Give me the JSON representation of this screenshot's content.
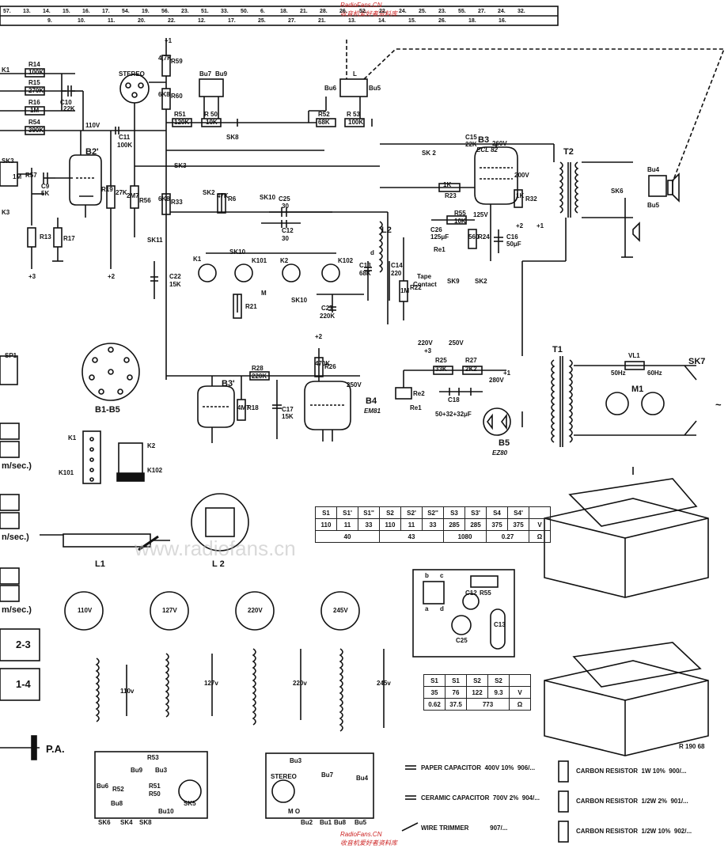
{
  "watermark": {
    "top": "RadioFans.CN",
    "top_cn": "收音机爱好者资料库",
    "bottom": "RadioFans.CN",
    "bottom_cn": "收音机爱好者资料库",
    "mid": "www.radiofans.cn"
  },
  "grid_refs": {
    "top_row": [
      "57.",
      "13.",
      "14.",
      "15.",
      "16.",
      "17.",
      "54.",
      "19.",
      "56.",
      "23.",
      "51.",
      "33.",
      "50.",
      "6.",
      "18.",
      "21.",
      "28.",
      "26.",
      "52.",
      "22.",
      "24.",
      "25.",
      "23.",
      "55.",
      "27.",
      "24.",
      "32."
    ],
    "bottom_row": [
      "9.",
      "10.",
      "11.",
      "20.",
      "22.",
      "12.",
      "17.",
      "25.",
      "27.",
      "21.",
      "13.",
      "14.",
      "15.",
      "26.",
      "18.",
      "16."
    ]
  },
  "labels": {
    "stereo": "STEREO",
    "b2": "B2'",
    "b3": "B3",
    "b3_type": "ECL 82",
    "b3p": "B3'",
    "b4": "B4",
    "b4_type": "EM81",
    "b5": "B5",
    "b5_type": "EZ80",
    "t1": "T1",
    "t2": "T2",
    "l2": "L2",
    "l1": "L1",
    "l2b": "L 2",
    "b1b5": "B1-B5",
    "k1": "K1",
    "k2": "K2",
    "k101": "K101",
    "k102": "K102",
    "k1b": "K1",
    "k101b": "K101",
    "k2b": "K2",
    "k102b": "K102",
    "m1": "M1",
    "vl1": "VL1",
    "sk7": "SK7",
    "sk6": "SK6",
    "sk8": "SK8",
    "sk3": "SK3",
    "sk3b": "SK3",
    "sk2": "SK2",
    "sk2b": "SK 2",
    "sk2c": "SK2",
    "sk9": "SK9",
    "sk10": "SK10",
    "sk10b": "SK10",
    "sk10c": "SK10",
    "sk11": "SK11",
    "bu4": "Bu4",
    "bu5": "Bu5",
    "bu5b": "Bu5",
    "bu6": "Bu6",
    "bu7": "Bu7",
    "bu9": "Bu9",
    "re1": "Re1",
    "re1b": "Re1",
    "re2": "Re2",
    "tape": "Tape",
    "contact": "Contact",
    "pa": "P.A.",
    "r190": "R 190 68",
    "k1_left": "K1",
    "k3_left": "K3",
    "sk3_left": "SK3",
    "sp1": "SP1",
    "speed1": "m/sec.)",
    "speed2": "n/sec.)",
    "speed3": "m/sec.)",
    "r23": "2-3",
    "r14b": "1-4",
    "freq1": "50Hz",
    "freq2": "60Hz",
    "v250": "250V",
    "v250b": "250V",
    "v250c": "250V",
    "v220": "220V",
    "v200": "200V",
    "v280": "280V",
    "v260": "260V",
    "v110": "110V",
    "v125": "125V",
    "p1": "+1",
    "p2": "+2",
    "p3": "+3",
    "p2b": "+2",
    "p3b": "+3",
    "p2c": "+2",
    "p1b": "+1",
    "p1c": "+1",
    "tilde": "~",
    "a_mark": "M",
    "pill_d": "d",
    "pill_l": "L"
  },
  "components": {
    "R14": "R14",
    "R14v": "100K",
    "R15": "R15",
    "R15v": "270K",
    "R16": "R16",
    "R16v": "1M",
    "R54": "R54",
    "R54v": "390K",
    "R59": "R59",
    "R59v": "4,7K",
    "R60": "R60",
    "R60v": "6K8",
    "R51": "R51",
    "R51v": "120K",
    "R50": "R 50",
    "R50v": "10K",
    "R52": "R52",
    "R52v": "68K",
    "R53": "R 53",
    "R53v": "100K",
    "C10": "C10",
    "C10v": "22K",
    "C11": "C11",
    "C11v": "100K",
    "C9": "C9",
    "C9v": "5K",
    "R13": "R13",
    "R17": "R17",
    "R19": "R19",
    "R19v": "27K",
    "R56": "R56",
    "R56v": "2M7",
    "R33": "R33",
    "R33v": "6K8",
    "R6": "R6",
    "R6v": "47K",
    "C25": "C25",
    "C25v": "30",
    "C12": "C12",
    "C12v": "30",
    "C22": "C22",
    "C22v": "15K",
    "R21": "R21",
    "C27": "C27",
    "C27v": "220K",
    "C13": "C13",
    "C13v": "68K",
    "C14": "C14",
    "C14v": "220",
    "R22": "R22",
    "R22v": "1M",
    "C15": "C15",
    "C15v": "22K",
    "R23": "R23",
    "R23v": "1K",
    "R32": "R32",
    "R32v": "1K",
    "R55": "R55",
    "R55v": "10K",
    "C26": "C26",
    "C26v": "125μF",
    "R24": "R24",
    "R24v": "560",
    "C16": "C16",
    "C16v": "50μF",
    "R28": "R28",
    "R28v": "220K",
    "R18": "R18",
    "R18v": "4M7",
    "C17": "C17",
    "C17v": "15K",
    "R26": "R26",
    "R26v": "470K",
    "R25": "R25",
    "R25v": "33K",
    "R27": "R27",
    "R27v": "2K2",
    "C18": "C18",
    "C18v": "50+32+32μF",
    "R57": "R57",
    "R57v": "1M"
  },
  "winding_table_t1": {
    "header": [
      "S1",
      "S1'",
      "S1''",
      "S2",
      "S2'",
      "S2''",
      "S3",
      "S3'",
      "S4",
      "S4'",
      ""
    ],
    "row1": [
      "110",
      "11",
      "33",
      "110",
      "11",
      "33",
      "285",
      "285",
      "375",
      "375",
      "V"
    ],
    "row2": [
      "40",
      "43",
      "1080",
      "0.27",
      "Ω"
    ]
  },
  "winding_table_t2": {
    "header": [
      "S1",
      "S1",
      "S2",
      "S2"
    ],
    "row1": [
      "35",
      "76",
      "122",
      "9.3",
      "V"
    ],
    "row2": [
      "0.62",
      "37.5",
      "773",
      "Ω"
    ]
  },
  "voltage_selector": [
    "110V",
    "127V",
    "220V",
    "245V"
  ],
  "tapping_labels": {
    "v110": "110v",
    "v127": "127v",
    "v220": "220v",
    "v245": "245v"
  },
  "pcb_labels": {
    "r55": "R55",
    "c12": "C12",
    "c13": "C13",
    "c25": "C25",
    "b": "b",
    "c": "c",
    "a": "a",
    "d": "d",
    "r53": "R53",
    "r52": "R52",
    "r50": "R50",
    "r51": "R51",
    "bu3": "Bu3",
    "bu6": "Bu6",
    "bu8": "Bu8",
    "bu9": "Bu9",
    "bu10": "Bu10",
    "bu7": "Bu7",
    "bu4": "Bu4",
    "bu5": "Bu5",
    "sk4": "SK4",
    "sk5": "SK5",
    "sk6": "SK6",
    "sk8": "SK8",
    "stereo": "STEREO",
    "mo": "M O",
    "bu3b": "Bu3",
    "bu2": "Bu2",
    "bu1": "Bu1",
    "bu4b": "Bu4",
    "bu8b": "Bu8"
  },
  "legend": [
    {
      "name": "PAPER CAPACITOR",
      "spec": "400V  10%",
      "code": "906/..."
    },
    {
      "name": "CERAMIC CAPACITOR",
      "spec": "700V  2%",
      "code": "904/..."
    },
    {
      "name": "WIRE  TRIMMER",
      "spec": "",
      "code": "907/..."
    },
    {
      "name": "CARBON RESISTOR",
      "spec": "1W  10%",
      "code": "900/..."
    },
    {
      "name": "CARBON RESISTOR",
      "spec": "1/2W  2%",
      "code": "901/..."
    },
    {
      "name": "CARBON RESISTOR",
      "spec": "1/2W  10%",
      "code": "902/..."
    }
  ]
}
